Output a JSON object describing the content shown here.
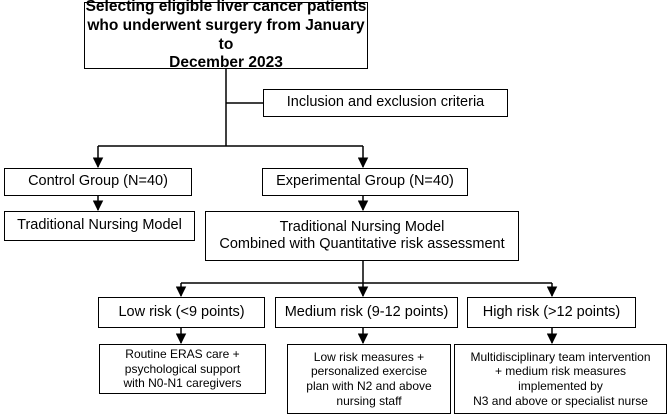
{
  "diagram": {
    "top": "Selecting eligible liver cancer patients\nwho underwent surgery from January to\nDecember 2023",
    "criteria": "Inclusion and exclusion criteria",
    "control_group": "Control Group (N=40)",
    "experimental_group": "Experimental Group (N=40)",
    "control_model": "Traditional Nursing Model",
    "experimental_model": "Traditional Nursing Model\nCombined with Quantitative risk assessment",
    "low_risk": "Low risk (<9 points)",
    "medium_risk": "Medium risk (9-12 points)",
    "high_risk": "High risk (>12 points)",
    "low_measures": "Routine ERAS care +\npsychological support\nwith N0-N1 caregivers",
    "medium_measures": "Low risk measures +\npersonalized exercise\nplan with N2 and above\nnursing staff",
    "high_measures": "Multidisciplinary team intervention\n+ medium risk measures\nimplemented by\nN3 and above or specialist nurse"
  },
  "colors": {
    "line": "#000000",
    "box_border": "#000000",
    "background": "#ffffff"
  }
}
